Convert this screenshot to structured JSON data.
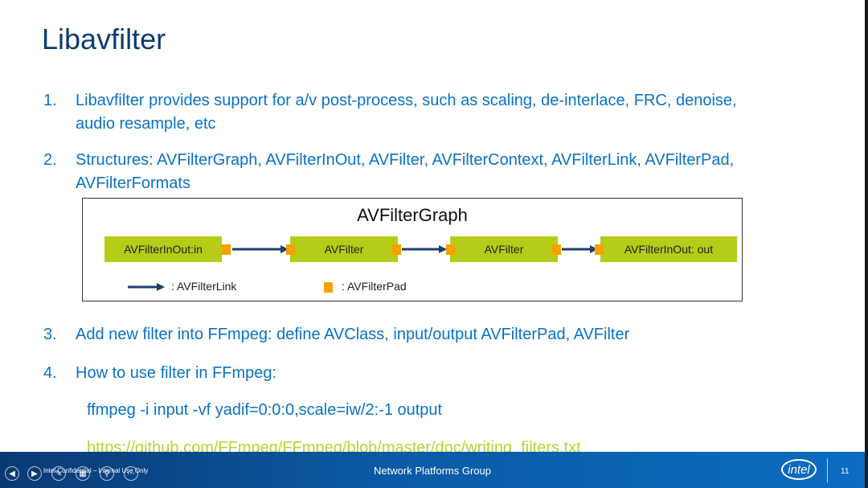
{
  "slide": {
    "title": "Libavfilter",
    "items": [
      {
        "num": "1.",
        "text": "Libavfilter provides support for a/v post-process, such as scaling, de-interlace, FRC, denoise, audio resample, etc"
      },
      {
        "num": "2.",
        "text": "Structures: AVFilterGraph, AVFilterInOut, AVFilter, AVFilterContext, AVFilterLink, AVFilterPad, AVFilterFormats"
      },
      {
        "num": "3.",
        "text": "Add new filter into FFmpeg: define AVClass, input/output AVFilterPad, AVFilter"
      },
      {
        "num": "4.",
        "text": "How to use filter in FFmpeg:"
      }
    ],
    "command": "ffmpeg -i input -vf yadif=0:0:0,scale=iw/2:-1  output",
    "link": "https://github.com/FFmpeg/FFmpeg/blob/master/doc/writing_filters.txt"
  },
  "diagram": {
    "title": "AVFilterGraph",
    "nodes": [
      "AVFilterInOut:in",
      "AVFilter",
      "AVFilter",
      "AVFilterInOut: out"
    ],
    "legend": {
      "link": ": AVFilterLink",
      "pad": ": AVFilterPad"
    },
    "colors": {
      "node": "#b5cc18",
      "pad": "#f5a200",
      "link": "#1f3f6e"
    }
  },
  "footer": {
    "confidential": "Intel Confidential – Internal Use Only",
    "group": "Network Platforms Group",
    "logo": "intel",
    "page_number": "11",
    "nav_icons": [
      "prev-icon",
      "next-icon",
      "pen-icon",
      "slides-icon",
      "zoom-icon",
      "more-icon"
    ]
  },
  "colors": {
    "title": "#0b3d6e",
    "text": "#0a72c4",
    "link": "#b7d432",
    "footer": "#0b5aa6"
  }
}
